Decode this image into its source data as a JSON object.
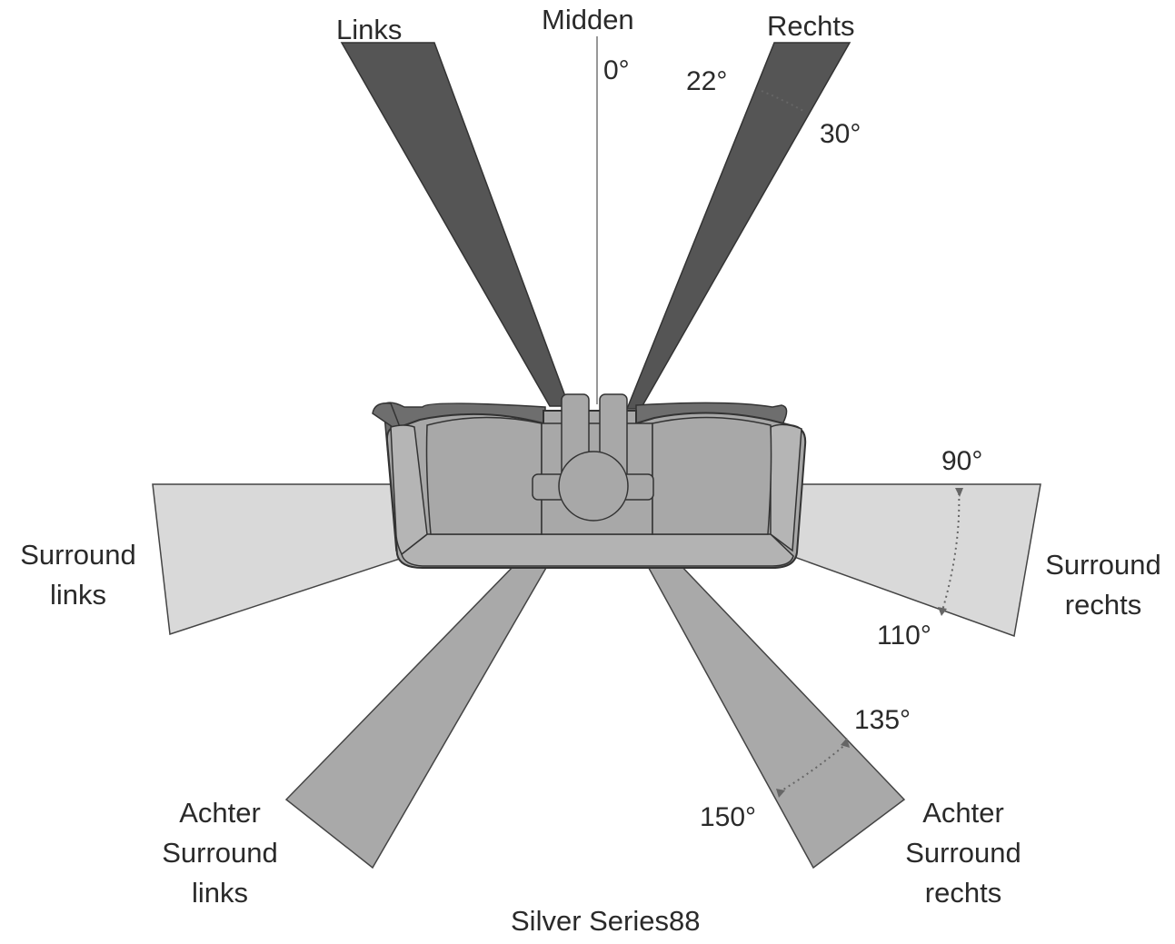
{
  "speakers": {
    "front_left": "Links",
    "center": "Midden",
    "front_right": "Rechts",
    "surround_left": [
      "Surround",
      "links"
    ],
    "surround_right": [
      "Surround",
      "rechts"
    ],
    "rear_left": [
      "Achter",
      "Surround",
      "links"
    ],
    "rear_right": [
      "Achter",
      "Surround",
      "rechts"
    ]
  },
  "angles": {
    "center": "0°",
    "front_min": "22°",
    "front_max": "30°",
    "side_min": "90°",
    "side_max": "110°",
    "rear_min": "135°",
    "rear_max": "150°"
  },
  "footer": "Silver Series88",
  "colors": {
    "front_beam": "#555555",
    "side_beam": "#d9d9d9",
    "rear_beam": "#a9a9a9",
    "sofa_fill": "#a8a8a8",
    "sofa_shadow": "#6e6e6e",
    "outline": "#333333"
  }
}
